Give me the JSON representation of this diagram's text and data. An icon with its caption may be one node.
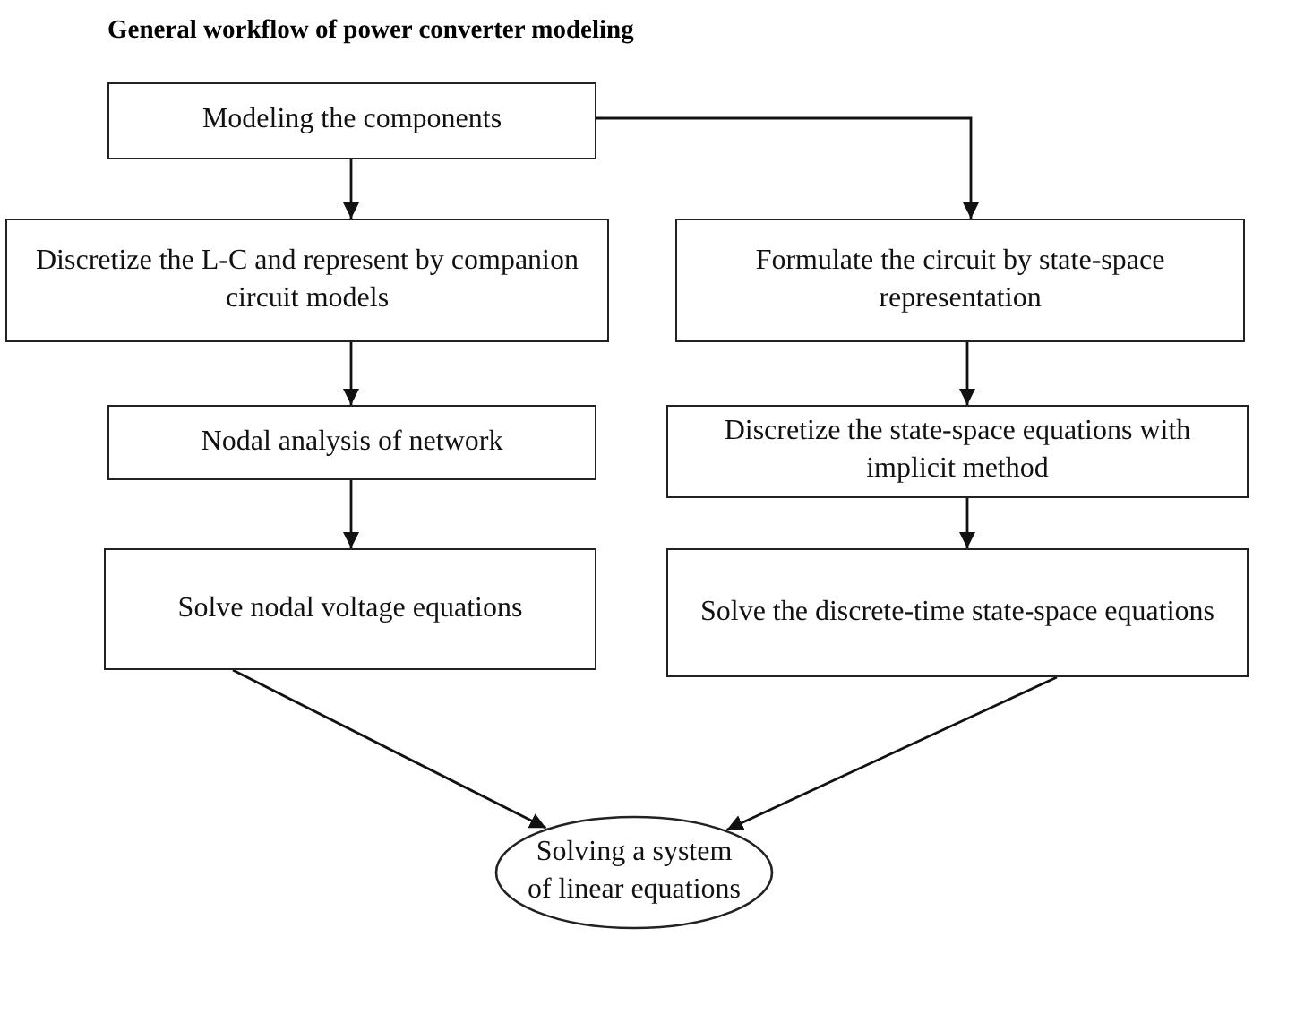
{
  "diagram": {
    "title": "General workflow of power converter modeling",
    "nodes": [
      {
        "text": [
          "Modeling the components"
        ]
      },
      {
        "text": [
          "Discretize the L-C and represent by companion circuit models"
        ]
      },
      {
        "text": [
          "Formulate the circuit by state-space representation"
        ]
      },
      {
        "text": [
          "Nodal analysis of network"
        ]
      },
      {
        "text": [
          "Discretize the state-space equations with implicit method"
        ]
      },
      {
        "text": [
          "Solve nodal voltage equations"
        ]
      },
      {
        "text": [
          "Solve the discrete-time state-space equations"
        ]
      },
      {
        "text": [
          "Solving a system of linear equations"
        ]
      }
    ],
    "edges": [
      {
        "from": 0,
        "to": 1,
        "arrow": "to"
      },
      {
        "from": 0,
        "to": 2,
        "arrow": "to"
      },
      {
        "from": 1,
        "to": 3,
        "arrow": "to"
      },
      {
        "from": 2,
        "to": 4,
        "arrow": "to"
      },
      {
        "from": 3,
        "to": 5,
        "arrow": "to"
      },
      {
        "from": 4,
        "to": 6,
        "arrow": "to"
      },
      {
        "from": 5,
        "to": 7,
        "arrow": "to"
      },
      {
        "from": 6,
        "to": 7,
        "arrow": "to"
      }
    ]
  }
}
